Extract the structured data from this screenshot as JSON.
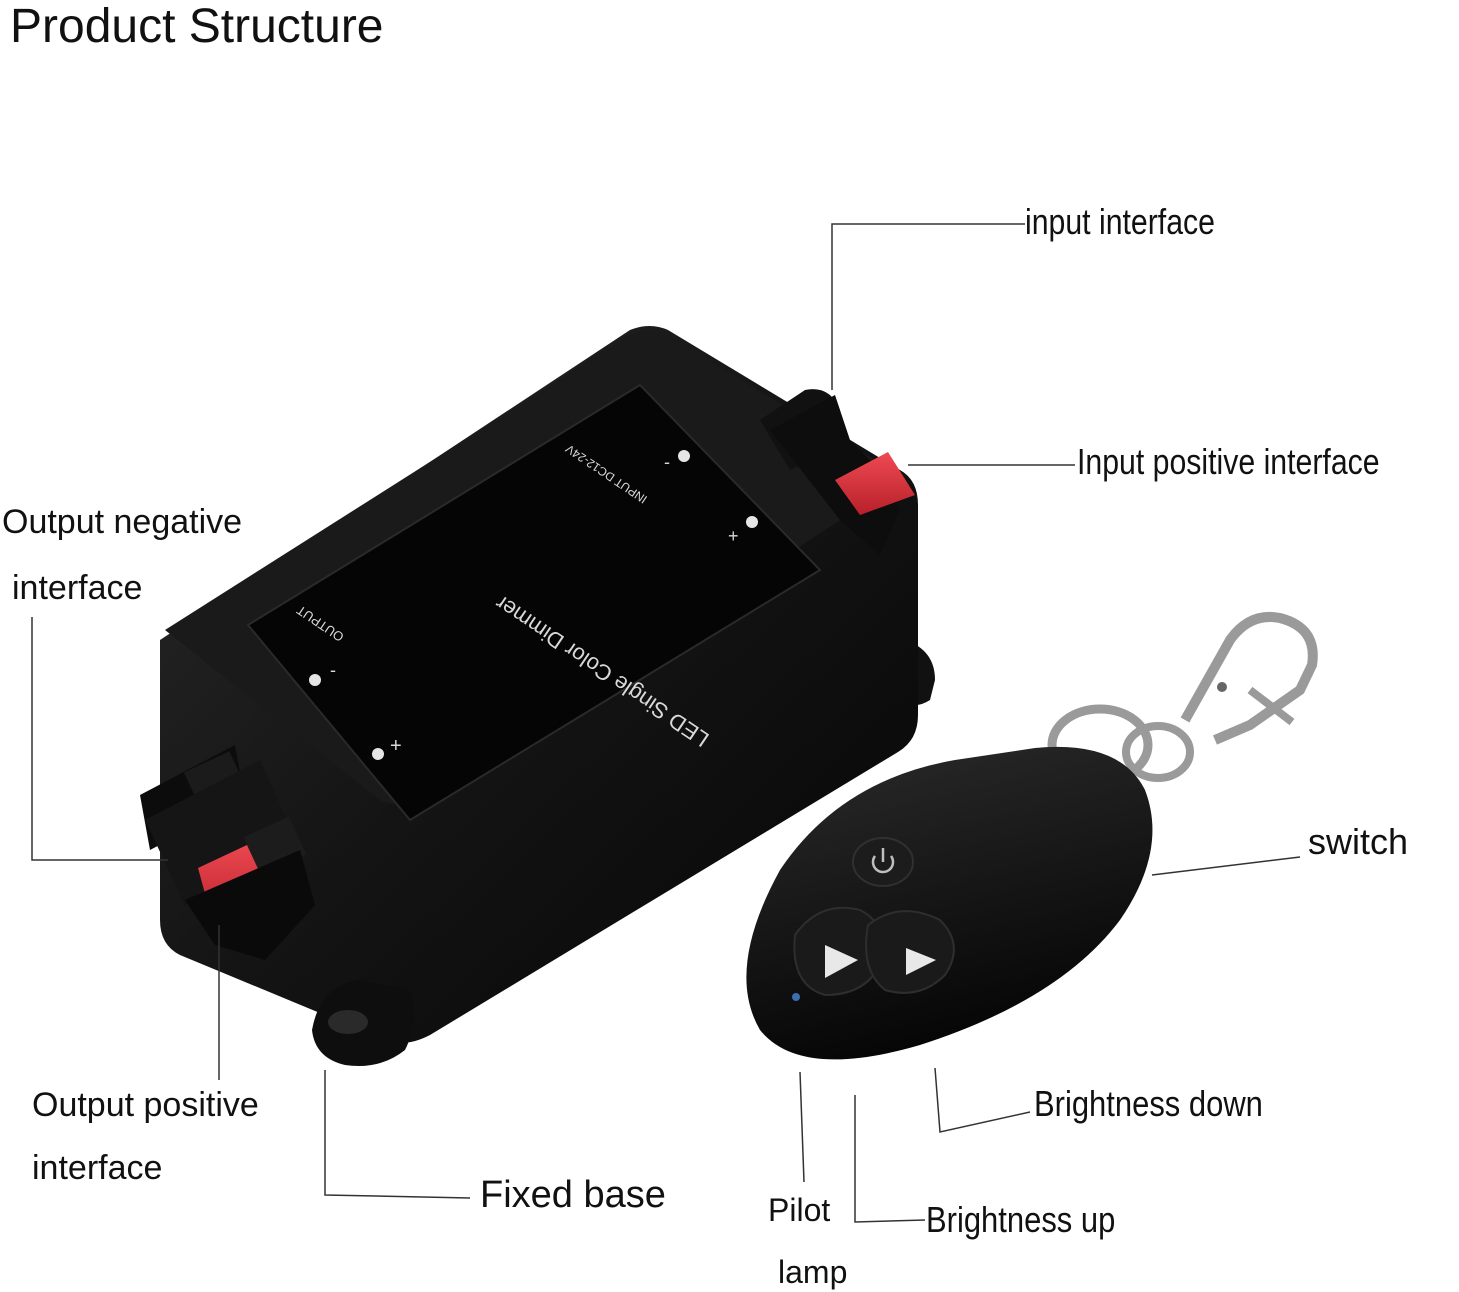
{
  "title": "Product Structure",
  "labels": {
    "input_interface": "input interface",
    "input_positive_interface": "Input positive interface",
    "output_negative_line1": "Output negative",
    "output_negative_line2": "interface",
    "switch": "switch",
    "output_positive_line1": "Output positive",
    "output_positive_line2": "interface",
    "fixed_base": "Fixed base",
    "brightness_down": "Brightness down",
    "pilot_lamp_line1": "Pilot",
    "pilot_lamp_line2": "lamp",
    "brightness_up": "Brightness up"
  },
  "device": {
    "face_title": "LED Single Color Dimmer",
    "input_label": "INPUT DC12-24V",
    "output_label": "OUTPUT",
    "minus": "-",
    "plus": "+"
  },
  "colors": {
    "housing": "#121212",
    "terminal_red": "#d8323a",
    "leader_line": "#333333",
    "metal": "#9a9a9a"
  }
}
